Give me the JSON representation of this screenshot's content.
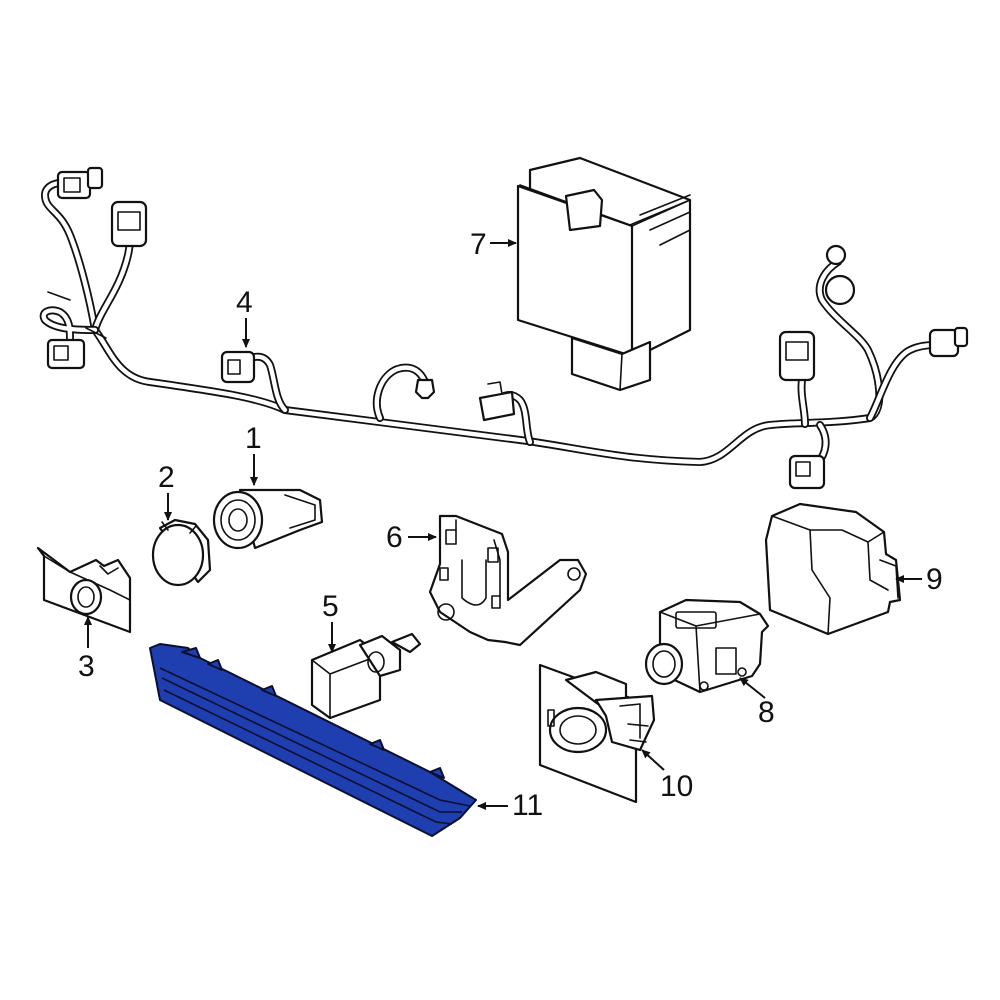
{
  "diagram": {
    "highlight_color": "#1f3fb0",
    "callouts": {
      "c1": "1",
      "c2": "2",
      "c3": "3",
      "c4": "4",
      "c5": "5",
      "c6": "6",
      "c7": "7",
      "c8": "8",
      "c9": "9",
      "c10": "10",
      "c11": "11"
    },
    "highlighted_part": "11"
  }
}
